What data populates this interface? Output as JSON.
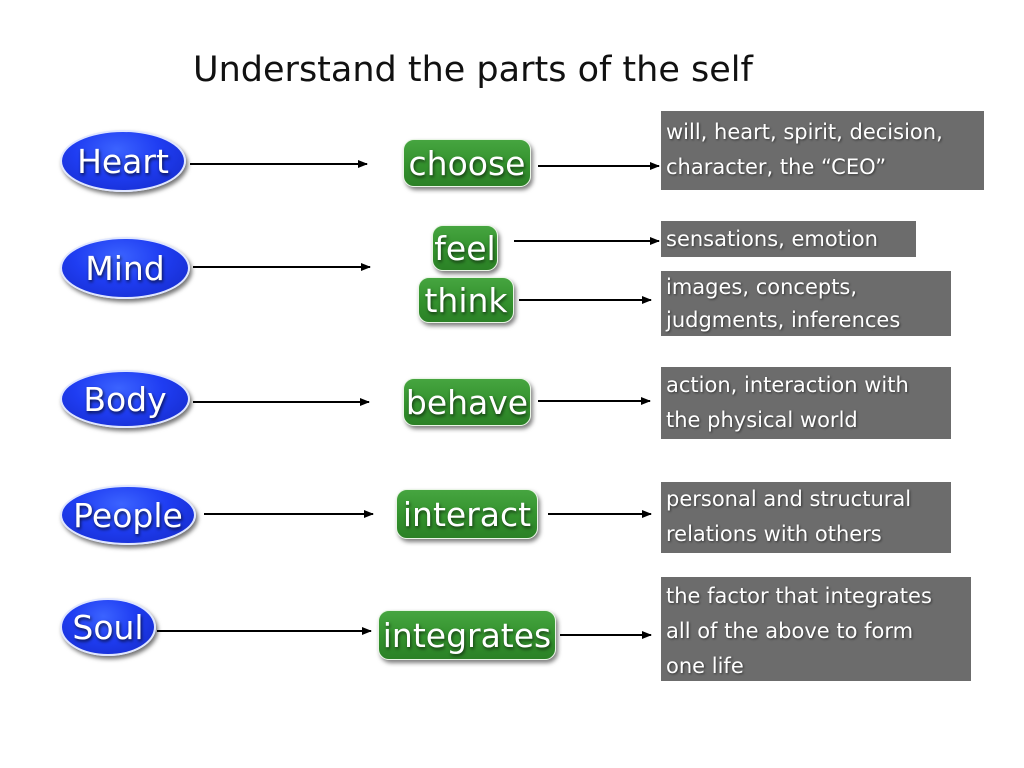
{
  "title": "Understand the parts of the self",
  "parts": [
    {
      "label": "Heart"
    },
    {
      "label": "Mind"
    },
    {
      "label": "Body"
    },
    {
      "label": "People"
    },
    {
      "label": "Soul"
    }
  ],
  "verbs": [
    {
      "label": "choose"
    },
    {
      "label": "feel"
    },
    {
      "label": "think"
    },
    {
      "label": "behave"
    },
    {
      "label": "interact"
    },
    {
      "label": "integrates"
    }
  ],
  "descriptions": [
    {
      "lines": [
        "will, heart, spirit, decision,",
        "character, the “CEO”"
      ]
    },
    {
      "lines": [
        "sensations, emotion"
      ]
    },
    {
      "lines": [
        "images, concepts,",
        "judgments, inferences"
      ]
    },
    {
      "lines": [
        "action, interaction with",
        "the physical world"
      ]
    },
    {
      "lines": [
        "personal and structural",
        "relations with others"
      ]
    },
    {
      "lines": [
        "the factor that integrates",
        "all of the above to form",
        "one life"
      ]
    }
  ],
  "colors": {
    "part_fill": "#1f3df2",
    "verb_fill": "#33912d",
    "description_fill": "#6c6c6c",
    "arrow": "#000000"
  }
}
